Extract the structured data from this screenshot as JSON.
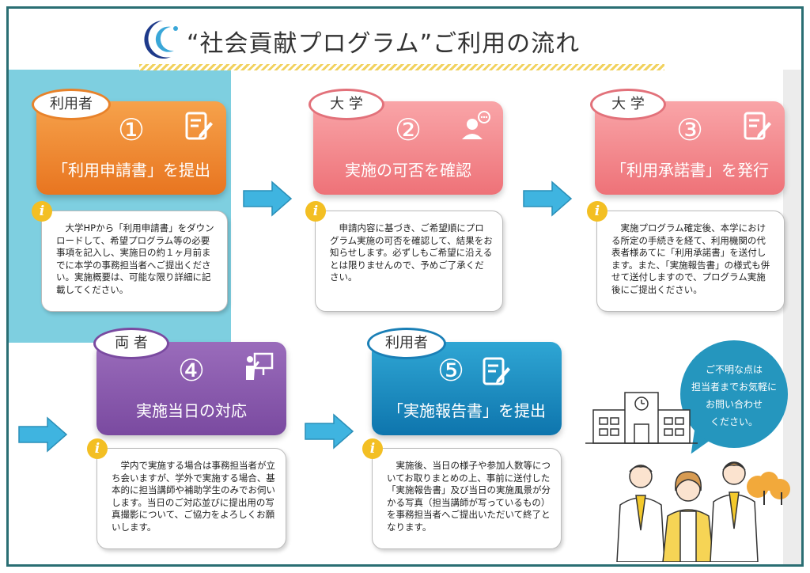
{
  "title": "“社会貢献プログラム”ご利用の流れ",
  "steps": [
    {
      "tag": "利用者",
      "number": "①",
      "label": "「利用申請書」を提出",
      "icon": "form-edit-icon",
      "info": "　大学HPから「利用申請書」をダウンロードして、希望プログラム等の必要事項を記入し、実施日の約１ヶ月前までに本学の事務担当者へご提出ください。実施概要は、可能な限り詳細に記載してください。",
      "color": "#e87520"
    },
    {
      "tag": "大 学",
      "number": "②",
      "label": "実施の可否を確認",
      "icon": "person-chat-icon",
      "info": "　申請内容に基づき、ご希望順にプログラム実施の可否を確認して、結果をお知らせします。必ずしもご希望に沿えるとは限りませんので、予めご了承ください。",
      "color": "#ee7278"
    },
    {
      "tag": "大 学",
      "number": "③",
      "label": "「利用承諾書」を発行",
      "icon": "form-edit-icon",
      "info": "　実施プログラム確定後、本学における所定の手続きを経て、利用機関の代表者様あてに「利用承諾書」を送付します。また、「実施報告書」の様式も併せて送付しますので、プログラム実施後にご提出ください。",
      "color": "#ee7278"
    },
    {
      "tag": "両 者",
      "number": "④",
      "label": "実施当日の対応",
      "icon": "presenter-board-icon",
      "info": "　学内で実施する場合は事務担当者が立ち会いますが、学外で実施する場合、基本的に担当講師や補助学生のみでお伺いします。当日のご対応並びに提出用の写真撮影について、ご協力をよろしくお願いします。",
      "color": "#7a4aa0"
    },
    {
      "tag": "利用者",
      "number": "⑤",
      "label": "「実施報告書」を提出",
      "icon": "form-edit-icon",
      "info": "　実施後、当日の様子や参加人数等についてお取りまとめの上、事前に送付した「実施報告書」及び当日の実施風景が分かる写真（担当講師が写っているもの）を事務担当者へご提出いただいて終了となります。",
      "color": "#0e75ad"
    }
  ],
  "bubble": {
    "line1": "ご不明な点は",
    "line2": "担当者までお気軽に",
    "line3": "お問い合わせ",
    "line4": "ください。"
  },
  "info_badge": "i",
  "colors": {
    "frame": "#2a6e73",
    "teal_bg": "#7ecfe0",
    "arrow": "#3fb4e0",
    "bubble": "#2596be",
    "badge": "#f3bf23"
  }
}
